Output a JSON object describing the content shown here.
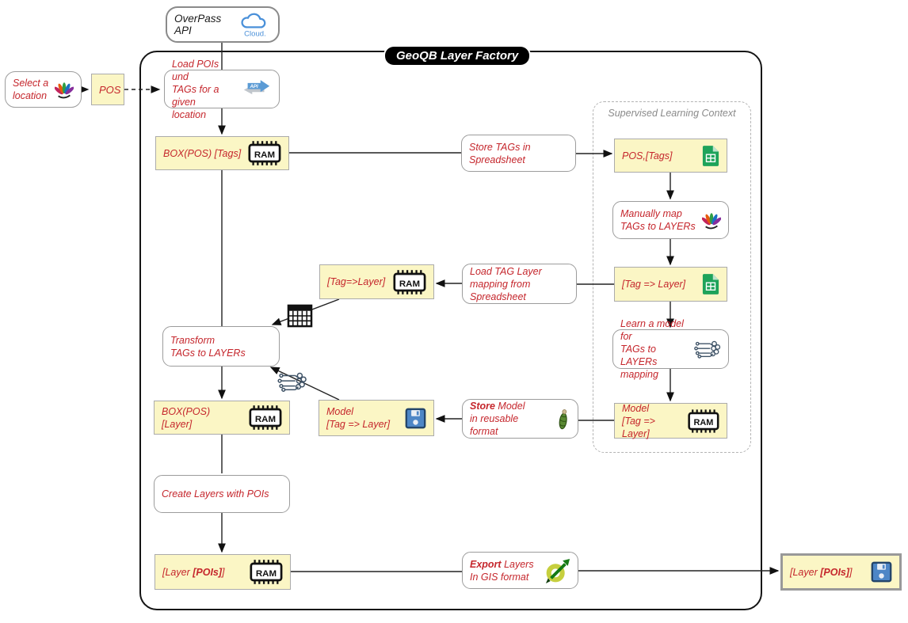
{
  "diagram": {
    "title": "GeoQB Layer Factory",
    "supervised_context_label": "Supervised Learning Context",
    "colors": {
      "node_fill": "#FBF6C5",
      "accent_text": "#C5262C",
      "title_bg": "#000000",
      "title_text": "#FFFFFF",
      "frame_border": "#141414",
      "context_border": "#B3B3B3",
      "context_label": "#8A8A8A"
    },
    "nodes": {
      "overpass": {
        "label": "OverPass API",
        "icon": "cloud-icon",
        "icon_caption": "Cloud."
      },
      "select_location": {
        "label": "Select a\nlocation",
        "icon": "hand-icon"
      },
      "pos": {
        "label": "POS"
      },
      "load_pois": {
        "label": "Load POIs und\nTAGs for a given\nlocation",
        "icon": "api-icon",
        "icon_caption": "API"
      },
      "box_pos_tags": {
        "label": "BOX(POS) [Tags]",
        "icon": "ram-chip-icon",
        "icon_caption": "RAM"
      },
      "store_tags": {
        "label": "Store TAGs in\nSpreadsheet"
      },
      "pos_tags_sheet": {
        "label": "POS,[Tags]",
        "icon": "spreadsheet-icon"
      },
      "manually_map": {
        "label": "Manually map\nTAGs to LAYERs",
        "icon": "hand-icon"
      },
      "tag_layer_sheet": {
        "label": "[Tag => Layer]",
        "icon": "spreadsheet-icon"
      },
      "learn_model": {
        "label": "Learn a model for\nTAGs to LAYERs\nmapping",
        "icon": "neural-network-icon"
      },
      "model_ram": {
        "label": "Model\n[Tag => Layer]",
        "icon": "ram-chip-icon",
        "icon_caption": "RAM"
      },
      "tag_layer_ram": {
        "label": "[Tag=>Layer]",
        "icon": "ram-chip-icon",
        "icon_caption": "RAM"
      },
      "load_tag_mapping": {
        "label": "Load TAG Layer\nmapping from\nSpreadsheet"
      },
      "transform": {
        "label": "Transform\nTAGs to LAYERs"
      },
      "box_pos_layer": {
        "label": "BOX(POS) [Layer]",
        "icon": "ram-chip-icon",
        "icon_caption": "RAM"
      },
      "model_floppy": {
        "label": "Model\n[Tag => Layer]",
        "icon": "floppy-disk-icon"
      },
      "store_model": {
        "bold": "Store",
        "rest": " Model\nin reusable\nformat",
        "icon": "pickle-icon"
      },
      "create_layers": {
        "label": "Create Layers with POIs"
      },
      "layer_pois_ram": {
        "pre": "[Layer ",
        "bold": "[POIs]",
        "post": "]",
        "icon": "ram-chip-icon",
        "icon_caption": "RAM"
      },
      "export_layers": {
        "bold": "Export",
        "rest": " Layers\nIn GIS format",
        "icon": "qgis-icon"
      },
      "layer_pois_file": {
        "pre": "[Layer ",
        "bold": "[POIs]",
        "post": "]",
        "icon": "floppy-disk-icon"
      }
    },
    "floating_icons": {
      "table_grid": "table-grid-icon",
      "neural": "neural-network-icon"
    }
  }
}
